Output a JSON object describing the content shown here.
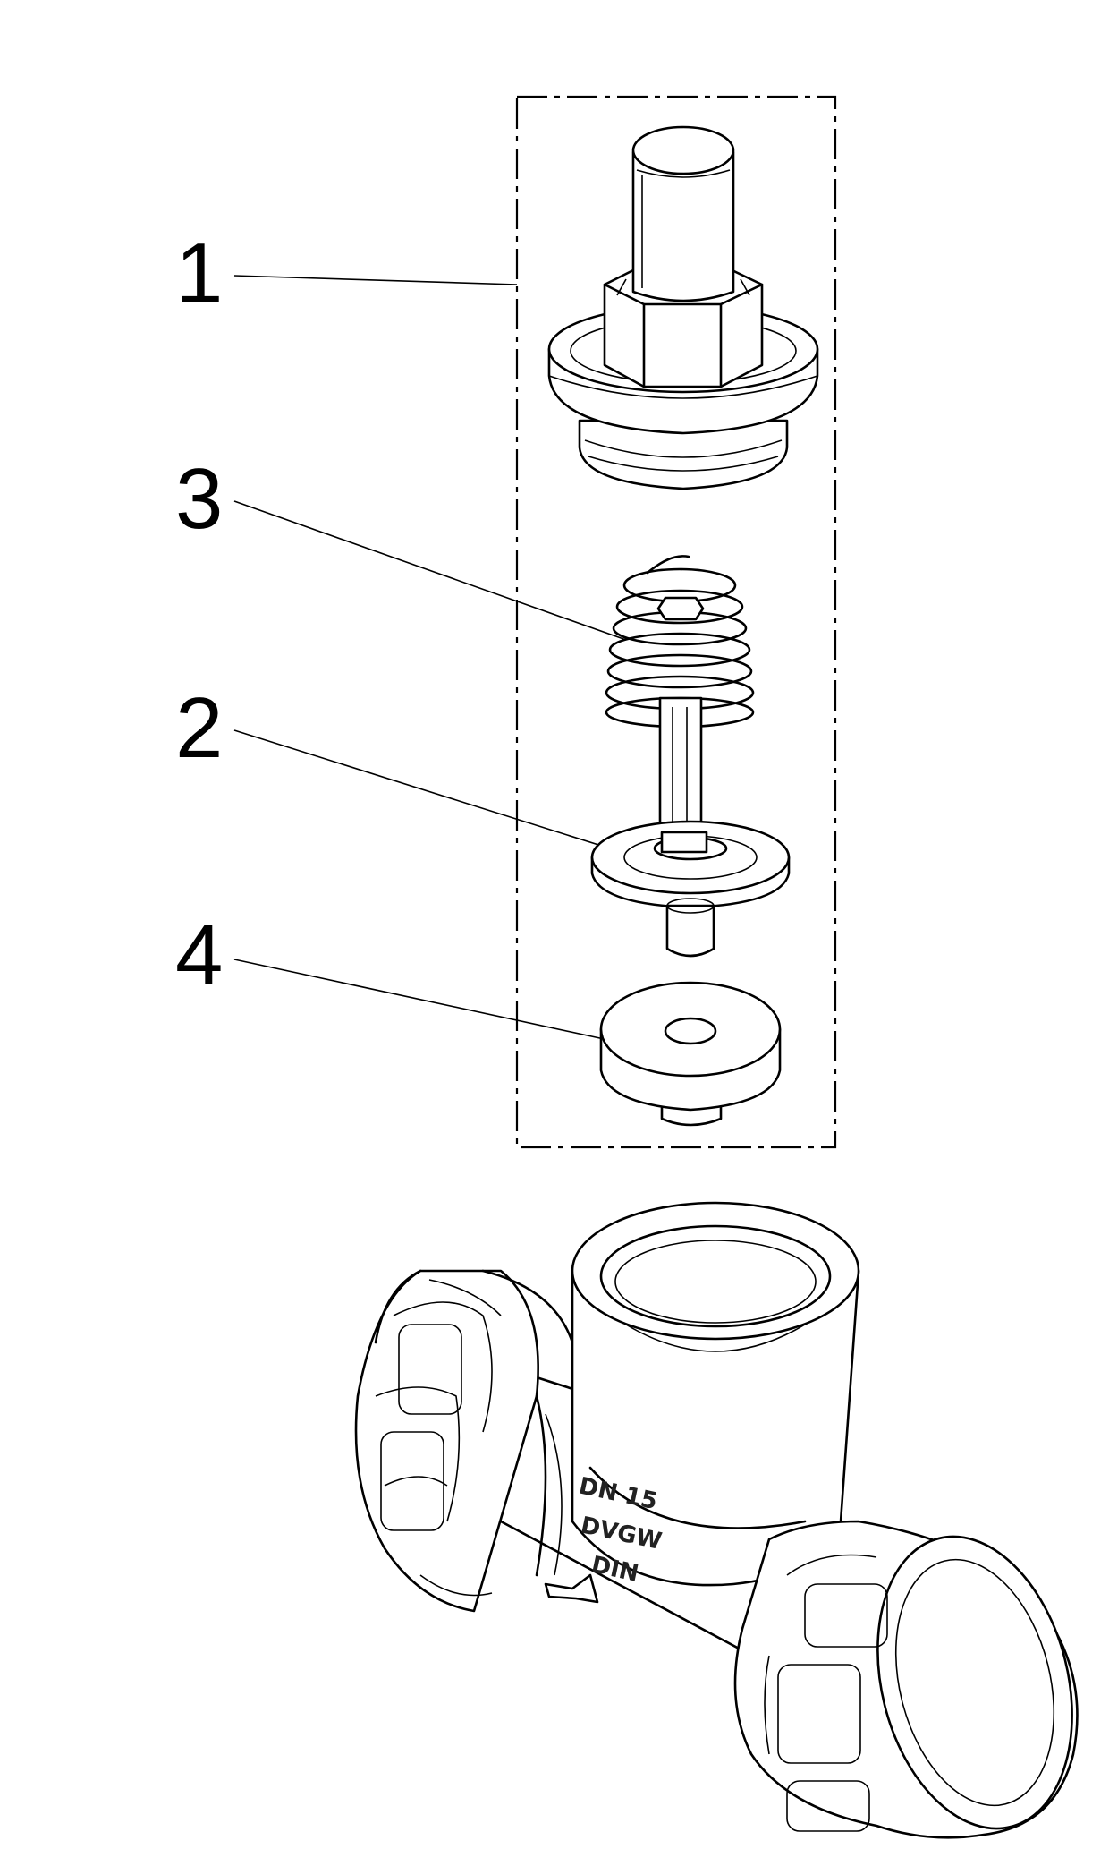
{
  "callouts": [
    {
      "label": "1"
    },
    {
      "label": "3"
    },
    {
      "label": "2"
    },
    {
      "label": "4"
    }
  ],
  "body_markings": [
    "DN 15",
    "DVGW",
    "DIN"
  ]
}
